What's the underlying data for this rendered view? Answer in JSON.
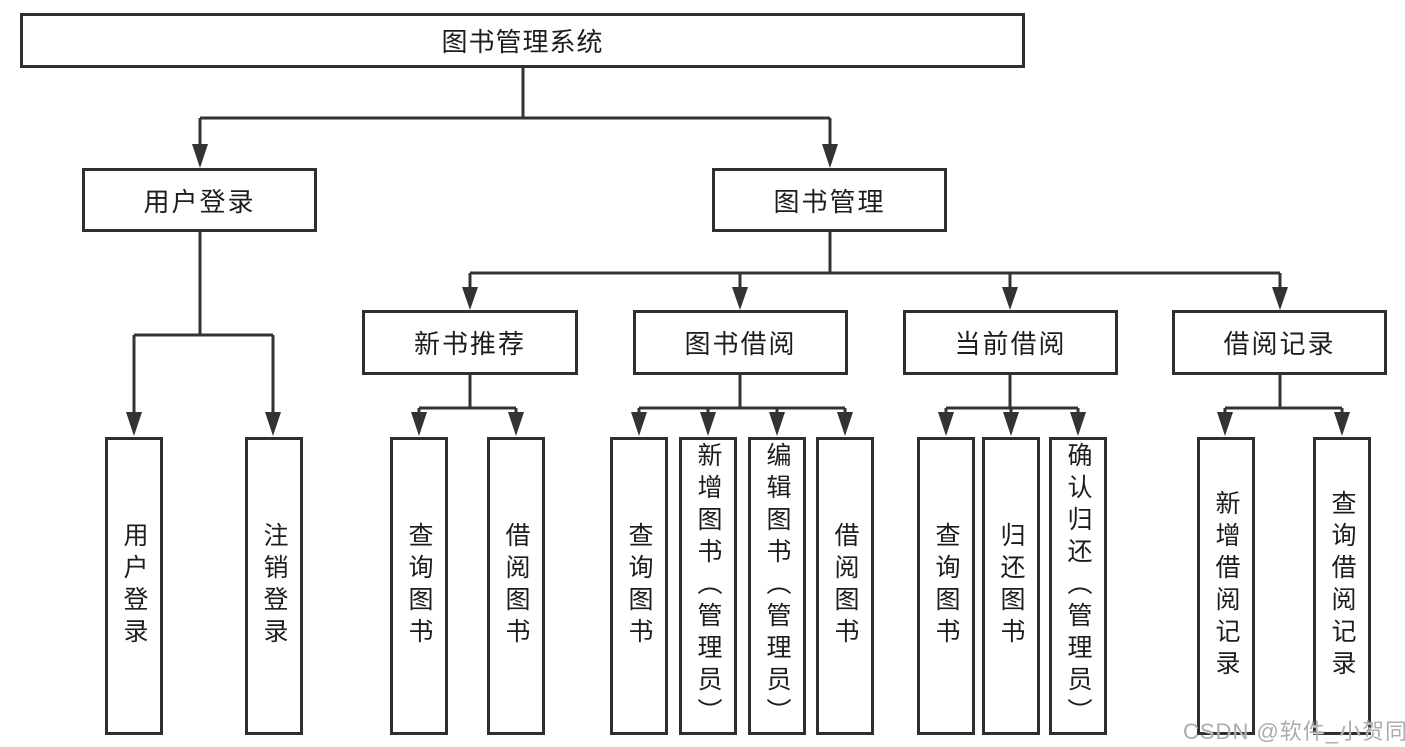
{
  "root": {
    "label": "图书管理系统"
  },
  "branches": [
    {
      "label": "用户登录",
      "children": [
        {
          "label": "用户登录"
        },
        {
          "label": "注销登录"
        }
      ]
    },
    {
      "label": "图书管理",
      "children": [
        {
          "label": "新书推荐",
          "children": [
            {
              "label": "查询图书"
            },
            {
              "label": "借阅图书"
            }
          ]
        },
        {
          "label": "图书借阅",
          "children": [
            {
              "label": "查询图书"
            },
            {
              "label": "新增图书（管理员）"
            },
            {
              "label": "编辑图书（管理员）"
            },
            {
              "label": "借阅图书"
            }
          ]
        },
        {
          "label": "当前借阅",
          "children": [
            {
              "label": "查询图书"
            },
            {
              "label": "归还图书"
            },
            {
              "label": "确认归还（管理员）"
            }
          ]
        },
        {
          "label": "借阅记录",
          "children": [
            {
              "label": "新增借阅记录"
            },
            {
              "label": "查询借阅记录"
            }
          ]
        }
      ]
    }
  ],
  "watermark": {
    "text": "CSDN @软件_小贺同学"
  },
  "colors": {
    "line": "#333333",
    "box_border": "#2f2f2f",
    "text": "#1d1d1d",
    "background": "#ffffff",
    "watermark": "#a8a8a8"
  }
}
